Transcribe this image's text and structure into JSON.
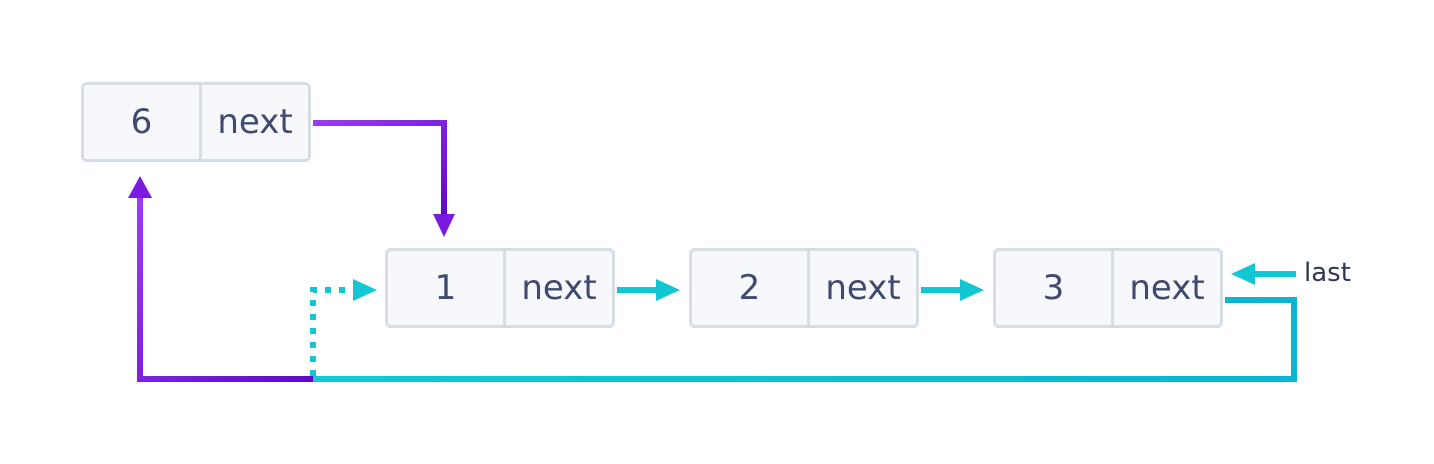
{
  "nodes": [
    {
      "data": "6",
      "next": "next"
    },
    {
      "data": "1",
      "next": "next"
    },
    {
      "data": "2",
      "next": "next"
    },
    {
      "data": "3",
      "next": "next"
    }
  ],
  "last_label": "last",
  "colors": {
    "purple_start": "#8b2cf5",
    "purple_end": "#6a0ccf",
    "cyan": "#12c6d3",
    "cyan_dark": "#0ab3d0",
    "node_fill": "#f7f8fc",
    "node_border": "#d5dde7",
    "text": "#3f4a6e"
  }
}
